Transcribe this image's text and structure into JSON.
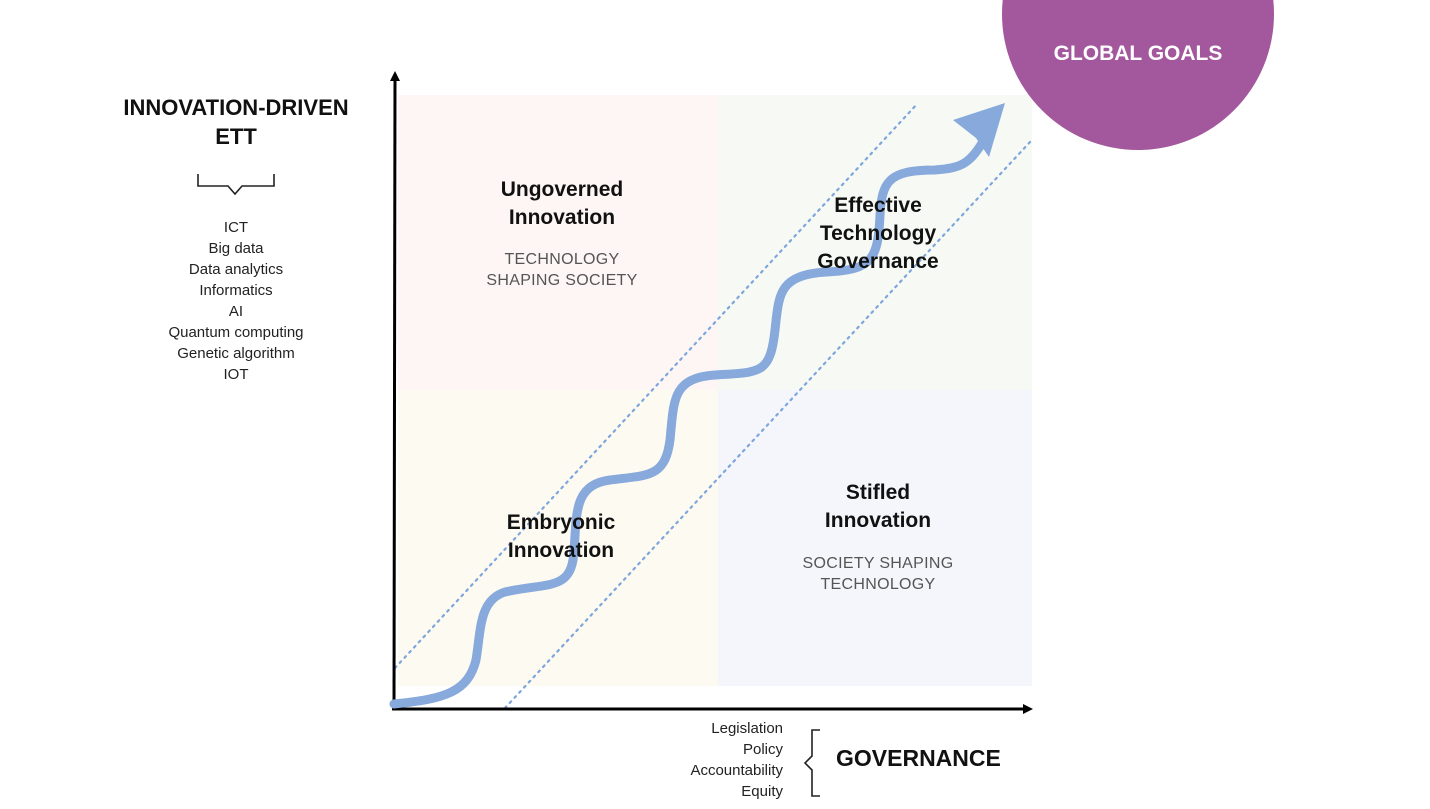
{
  "innovation": {
    "title_line1": "INNOVATION-DRIVEN",
    "title_line2": "ETT",
    "items": [
      "ICT",
      "Big data",
      "Data analytics",
      "Informatics",
      "AI",
      "Quantum computing",
      "Genetic algorithm",
      "IOT"
    ]
  },
  "quadrants": {
    "ungoverned": {
      "title_line1": "Ungoverned",
      "title_line2": "Innovation",
      "sub_line1": "TECHNOLOGY",
      "sub_line2": "SHAPING SOCIETY"
    },
    "effective": {
      "title_line1": "Effective",
      "title_line2": "Technology",
      "title_line3": "Governance"
    },
    "embryonic": {
      "title_line1": "Embryonic",
      "title_line2": "Innovation"
    },
    "stifled": {
      "title_line1": "Stifled",
      "title_line2": "Innovation",
      "sub_line1": "SOCIETY SHAPING",
      "sub_line2": "TECHNOLOGY"
    }
  },
  "governance": {
    "title": "GOVERNANCE",
    "items": [
      "Legislation",
      "Policy",
      "Accountability",
      "Equity"
    ]
  },
  "goal": {
    "label": "GLOBAL GOALS"
  },
  "colors": {
    "curve": "#87a9dc",
    "dotted": "#7ea5dc",
    "goal_circle": "#a3579d",
    "quad_ungoverned": "#fdf6f4",
    "quad_effective": "#f7faf4",
    "quad_embryonic": "#fdfbf1",
    "quad_stifled": "#f4f6fb"
  }
}
